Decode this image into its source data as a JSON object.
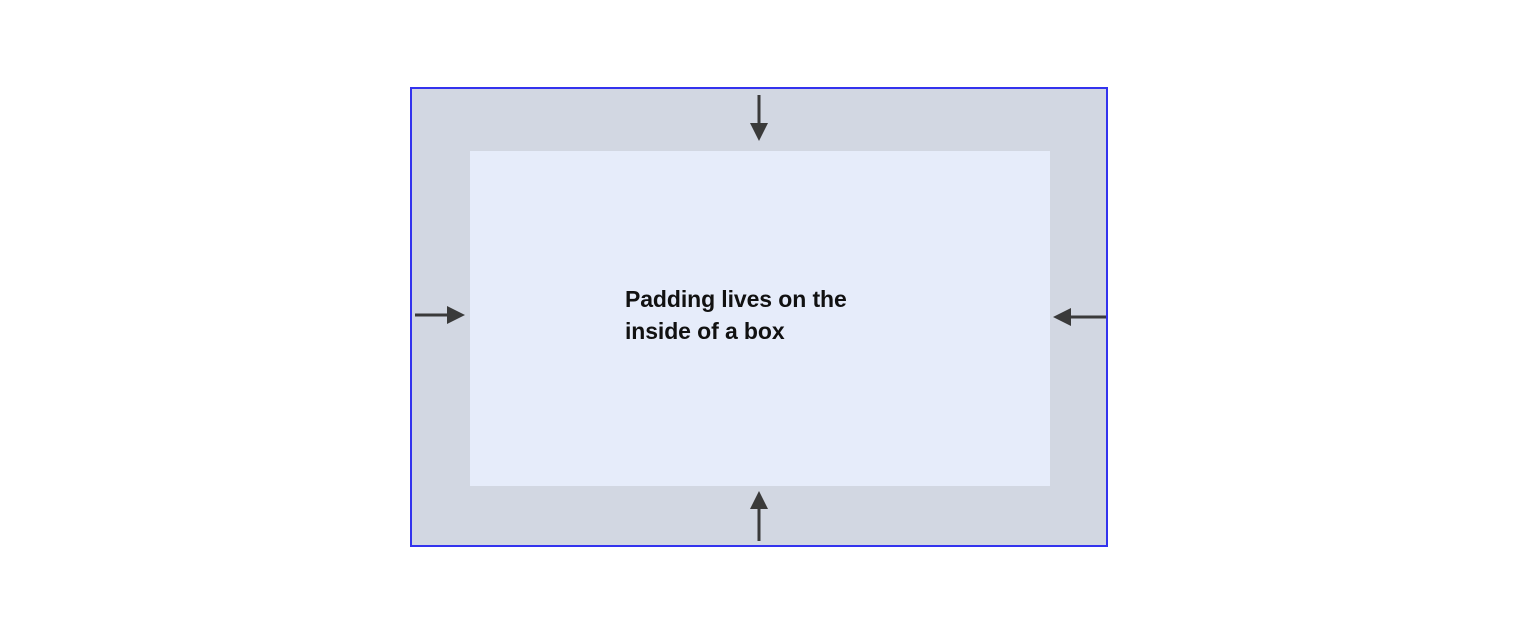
{
  "diagram": {
    "title": "CSS box model padding illustration",
    "outer_box": {
      "name": "padding-region",
      "border_color": "#3333EE",
      "fill_color": "#D2D7E2"
    },
    "content_box": {
      "name": "content-region",
      "fill_color": "#E6ECFA",
      "text": "Padding lives on the\ninside of a box"
    },
    "arrows": {
      "color": "#3A3A3A",
      "top": "arrow-down",
      "right": "arrow-left",
      "bottom": "arrow-up",
      "left": "arrow-right"
    }
  }
}
